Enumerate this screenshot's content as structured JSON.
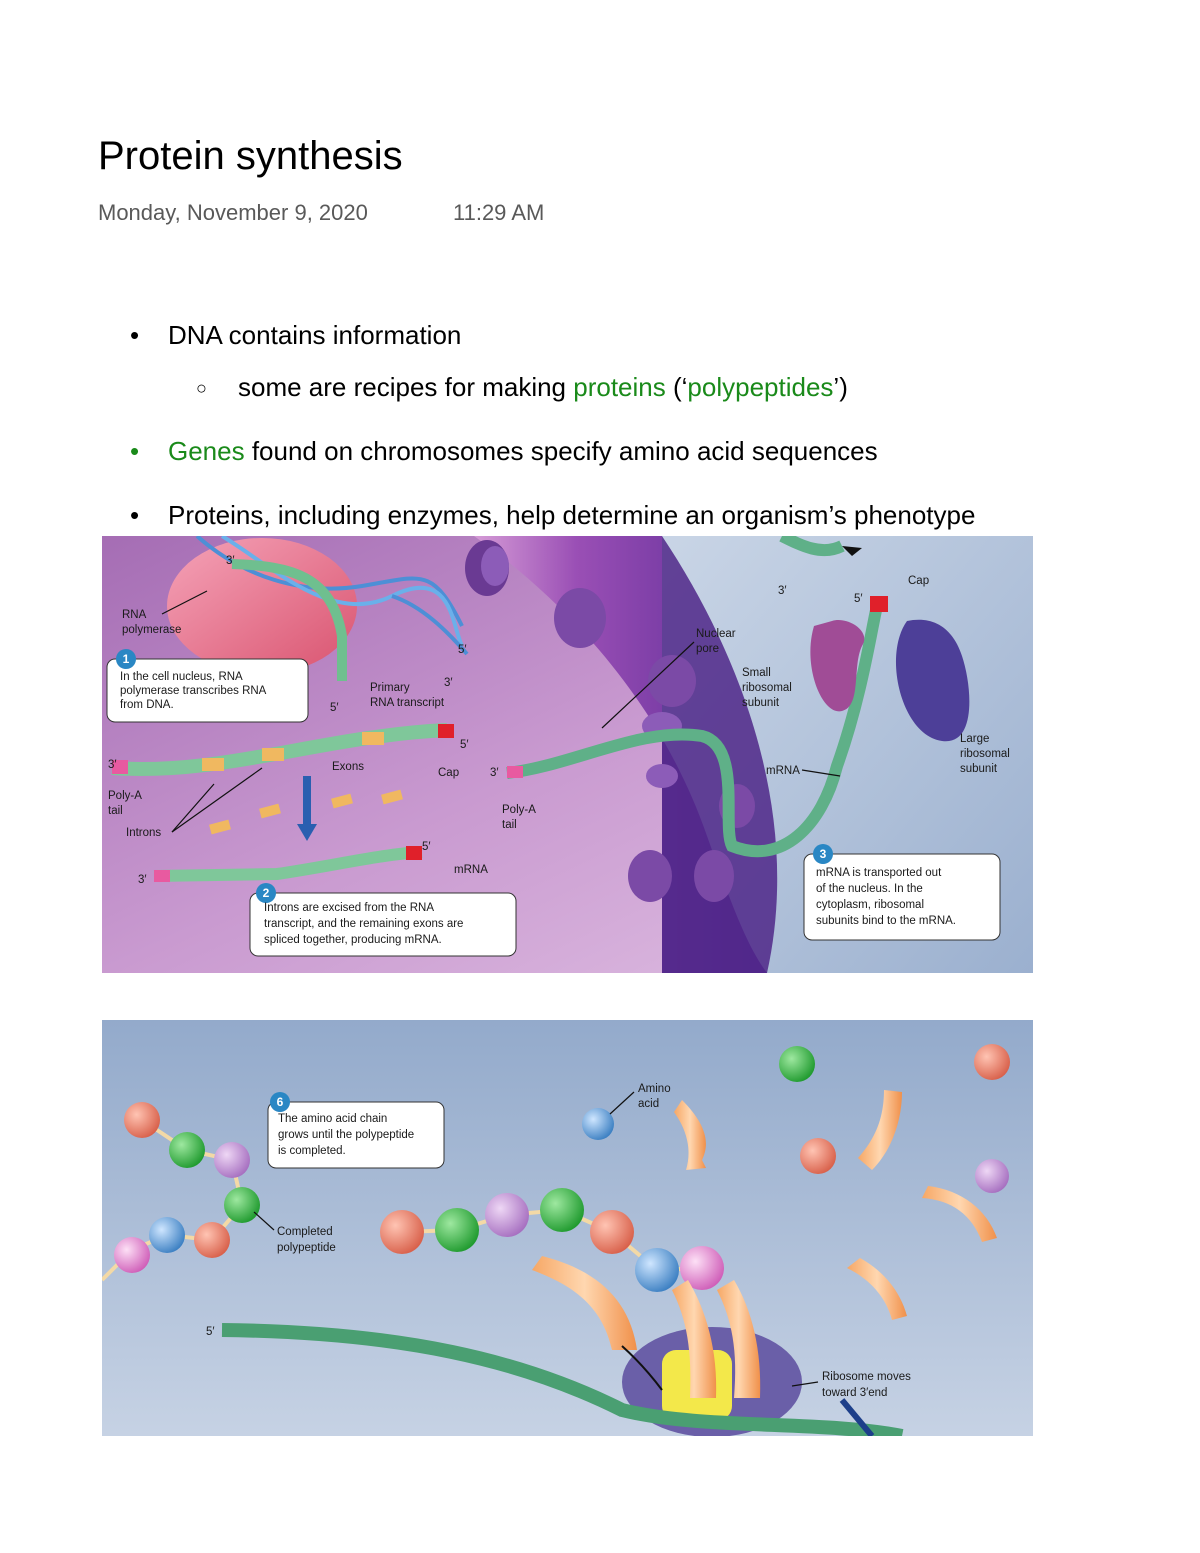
{
  "page": {
    "title": "Protein synthesis",
    "date": "Monday, November 9, 2020",
    "time": "11:29 AM"
  },
  "bullets": [
    {
      "text": "DNA contains information"
    },
    {
      "parts": [
        "some are recipes for making ",
        "proteins",
        " (‘",
        "polypeptides",
        "’)"
      ]
    },
    {
      "parts": [
        "Genes",
        " found on chromosomes specify amino acid sequences"
      ]
    },
    {
      "text": "Proteins, including enzymes, help determine an organism’s phenotype"
    }
  ],
  "figure1": {
    "labels": {
      "three_prime": "3′",
      "five_prime": "5′",
      "rna_polymerase_1": "RNA",
      "rna_polymerase_2": "polymerase",
      "primary_transcript_1": "Primary",
      "primary_transcript_2": "RNA transcript",
      "exons": "Exons",
      "cap": "Cap",
      "poly_a_1": "Poly-A",
      "poly_a_2": "tail",
      "introns": "Introns",
      "mrna": "mRNA",
      "nuclear_pore_1": "Nuclear",
      "nuclear_pore_2": "pore",
      "small_sub_1": "Small",
      "small_sub_2": "ribosomal",
      "small_sub_3": "subunit",
      "large_sub_1": "Large",
      "large_sub_2": "ribosomal",
      "large_sub_3": "subunit"
    },
    "steps": [
      {
        "number": "1",
        "lines": [
          "In the cell nucleus, RNA",
          "polymerase transcribes RNA",
          "from DNA."
        ]
      },
      {
        "number": "2",
        "lines": [
          "Introns are excised from the RNA",
          "transcript, and the remaining exons are",
          "spliced together, producing mRNA."
        ]
      },
      {
        "number": "3",
        "lines": [
          "mRNA is transported out",
          "of the nucleus. In the",
          "cytoplasm, ribosomal",
          "subunits bind to the mRNA."
        ]
      }
    ]
  },
  "figure2": {
    "labels": {
      "amino_acid_1": "Amino",
      "amino_acid_2": "acid",
      "completed_1": "Completed",
      "completed_2": "polypeptide",
      "five_prime": "5′",
      "ribosome_moves_1": "Ribosome moves",
      "ribosome_moves_2": "toward 3′end"
    },
    "steps": [
      {
        "number": "6",
        "lines": [
          "The amino acid chain",
          "grows until the polypeptide",
          "is completed."
        ]
      }
    ]
  },
  "colors": {
    "accent_green": "#1a8a1a",
    "nucleus_purple": "#b77fc0",
    "cytoplasm_blue": "#b7c6dc",
    "step_badge": "#2a87c4",
    "cap_red": "#e0202a",
    "poly_a_pink": "#e85aa0"
  }
}
